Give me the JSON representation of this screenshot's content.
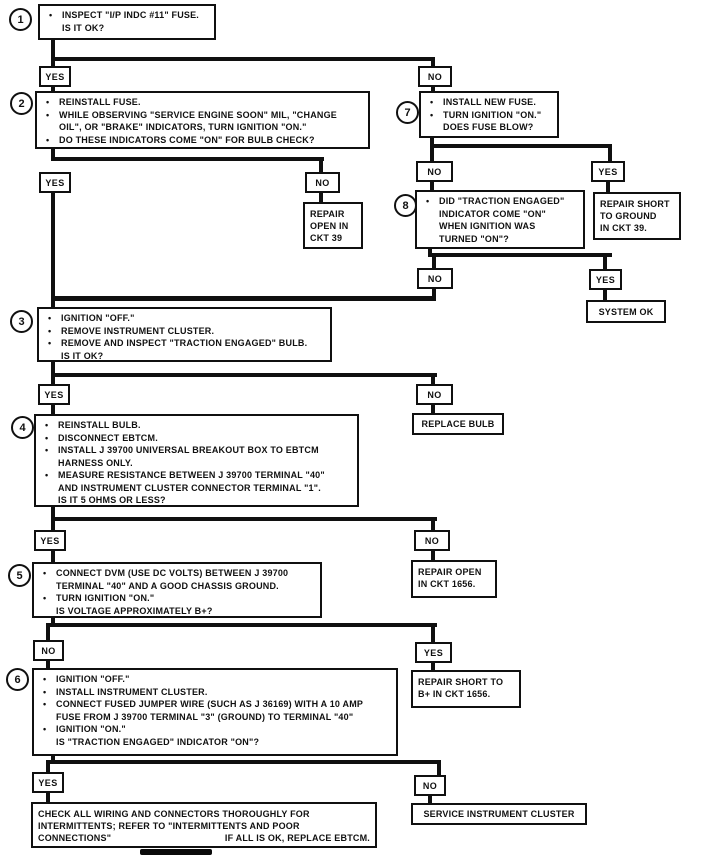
{
  "labels": {
    "yes": "YES",
    "no": "NO"
  },
  "steps": {
    "s1": {
      "num": "1",
      "lines": [
        "INSPECT \"I/P INDC #11\" FUSE.",
        "IS IT OK?"
      ]
    },
    "s2": {
      "num": "2",
      "lines": [
        "REINSTALL FUSE.",
        "WHILE OBSERVING \"SERVICE ENGINE SOON\" MIL, \"CHANGE",
        "OIL\", OR \"BRAKE\" INDICATORS, TURN IGNITION \"ON.\"",
        "DO THESE INDICATORS COME \"ON\" FOR BULB CHECK?"
      ]
    },
    "s3": {
      "num": "3",
      "lines": [
        "IGNITION \"OFF.\"",
        "REMOVE INSTRUMENT CLUSTER.",
        "REMOVE AND INSPECT \"TRACTION ENGAGED\" BULB.",
        "IS IT OK?"
      ]
    },
    "s4": {
      "num": "4",
      "lines": [
        "REINSTALL BULB.",
        "DISCONNECT EBTCM.",
        "INSTALL J 39700 UNIVERSAL BREAKOUT BOX TO EBTCM",
        "HARNESS ONLY.",
        "MEASURE RESISTANCE BETWEEN J 39700 TERMINAL \"40\"",
        "AND INSTRUMENT CLUSTER CONNECTOR TERMINAL \"1\".",
        "IS IT 5 OHMS OR LESS?"
      ]
    },
    "s5": {
      "num": "5",
      "lines": [
        "CONNECT DVM (USE DC VOLTS) BETWEEN J 39700",
        "TERMINAL \"40\" AND A GOOD CHASSIS GROUND.",
        "TURN IGNITION \"ON.\"",
        "IS VOLTAGE APPROXIMATELY B+?"
      ]
    },
    "s6": {
      "num": "6",
      "lines": [
        "IGNITION \"OFF.\"",
        "INSTALL INSTRUMENT CLUSTER.",
        "CONNECT FUSED JUMPER WIRE (SUCH AS J 36169) WITH A 10 AMP",
        "FUSE FROM J 39700 TERMINAL \"3\" (GROUND) TO TERMINAL \"40\"",
        "IGNITION \"ON.\"",
        "IS \"TRACTION ENGAGED\" INDICATOR \"ON\"?"
      ]
    },
    "s7": {
      "num": "7",
      "lines": [
        "INSTALL NEW FUSE.",
        "TURN IGNITION \"ON.\"",
        "DOES FUSE BLOW?"
      ]
    },
    "s8": {
      "num": "8",
      "lines": [
        "DID \"TRACTION ENGAGED\"",
        "INDICATOR COME \"ON\"",
        "WHEN IGNITION WAS",
        "TURNED \"ON\"?"
      ]
    }
  },
  "terminals": {
    "repair_open_ckt39": {
      "lines": [
        "REPAIR",
        "OPEN IN",
        "CKT 39"
      ]
    },
    "repair_short_gnd": {
      "lines": [
        "REPAIR SHORT",
        "TO GROUND",
        "IN CKT 39."
      ]
    },
    "system_ok": {
      "lines": [
        "SYSTEM OK"
      ]
    },
    "replace_bulb": {
      "lines": [
        "REPLACE BULB"
      ]
    },
    "repair_open_ckt1656": {
      "lines": [
        "REPAIR OPEN",
        "IN CKT 1656."
      ]
    },
    "repair_short_bplus": {
      "lines": [
        "REPAIR SHORT TO",
        "B+ IN CKT 1656."
      ]
    },
    "service_cluster": {
      "lines": [
        "SERVICE INSTRUMENT CLUSTER"
      ]
    },
    "check_wiring": {
      "lines": [
        "CHECK ALL WIRING AND CONNECTORS THOROUGHLY FOR",
        "INTERMITTENTS; REFER TO \"INTERMITTENTS AND POOR",
        "CONNECTIONS\""
      ],
      "tail": "IF ALL IS OK, REPLACE EBTCM."
    }
  }
}
